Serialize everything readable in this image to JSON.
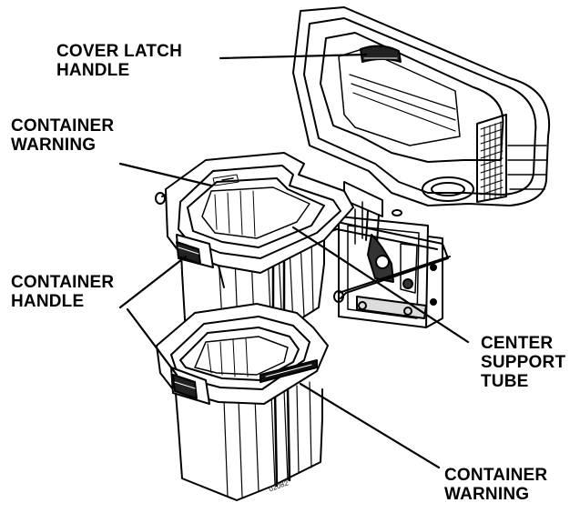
{
  "labels": {
    "cover_latch_handle": [
      "COVER LATCH",
      "HANDLE"
    ],
    "container_warning_upper": [
      "CONTAINER",
      "WARNING"
    ],
    "container_handle": [
      "CONTAINER",
      "HANDLE"
    ],
    "center_support_tube": [
      "CENTER",
      "SUPPORT",
      "TUBE"
    ],
    "container_warning_lower": [
      "CONTAINER",
      "WARNING"
    ]
  },
  "part_number": "02082",
  "colors": {
    "ink": "#000000",
    "background": "#ffffff"
  }
}
